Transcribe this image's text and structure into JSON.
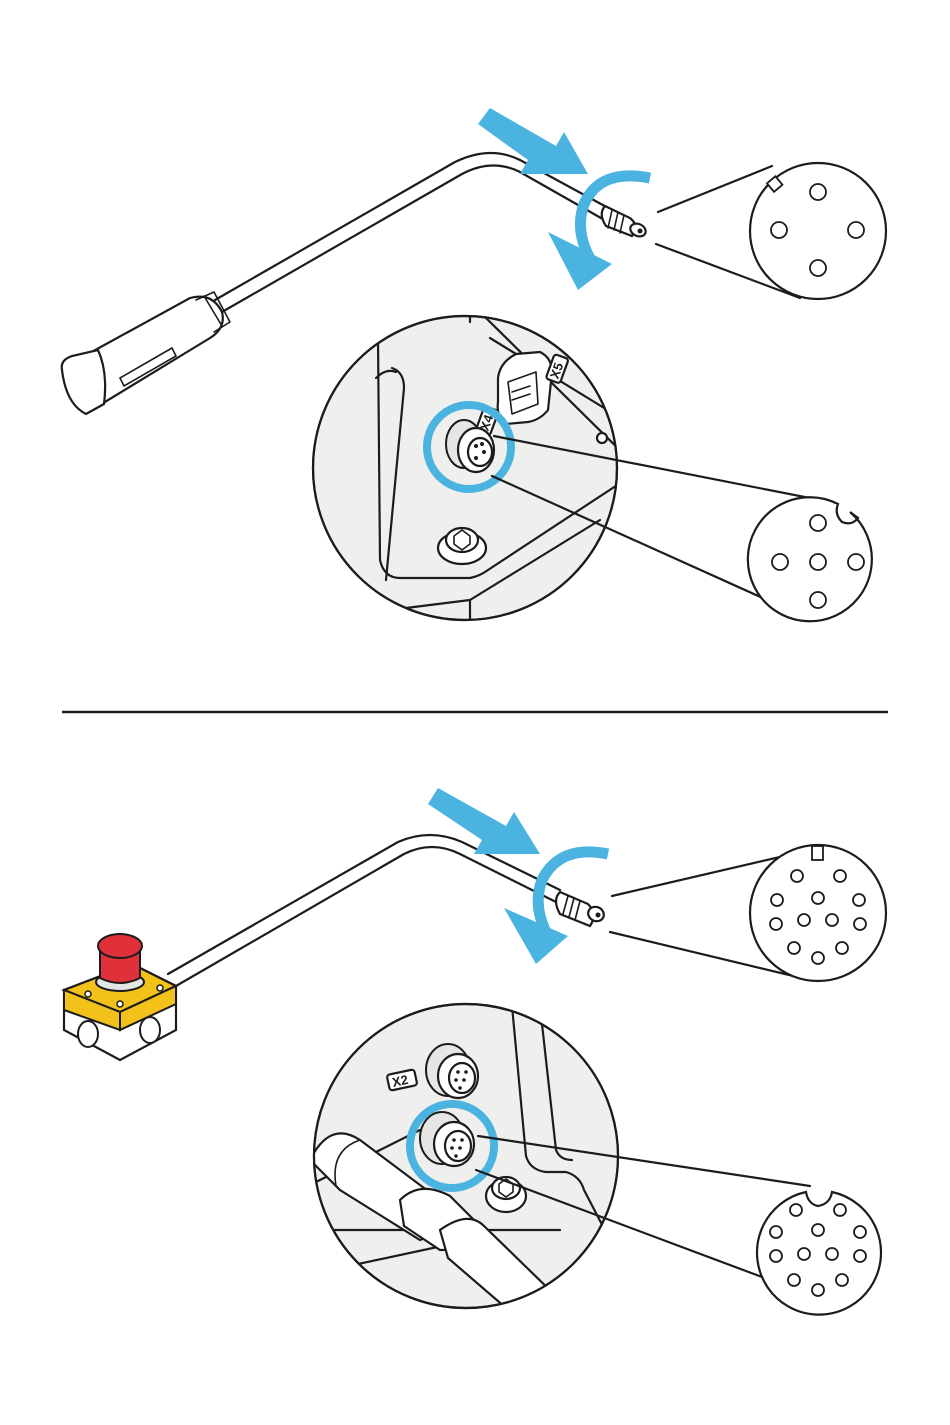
{
  "colors": {
    "accent": "#4bb3e0",
    "ink": "#1c1c1c",
    "panel": "#efefed",
    "button_red": "#e0303a",
    "housing_yellow": "#f2c21b"
  },
  "icons": {
    "top_arrow": "push-arrow-icon",
    "top_rotate": "rotate-arrow-icon",
    "bottom_arrow": "push-arrow-icon",
    "bottom_rotate": "rotate-arrow-icon"
  },
  "top_section": {
    "device": "handheld-probe",
    "port_labels": {
      "x4": "X4",
      "x5": "X5"
    },
    "plug_pin_count": 4,
    "socket_pin_count": 5
  },
  "bottom_section": {
    "device": "emergency-stop-button",
    "port_labels": {
      "x2": "X2"
    },
    "plug_pin_count": 12,
    "socket_pin_count": 12
  }
}
